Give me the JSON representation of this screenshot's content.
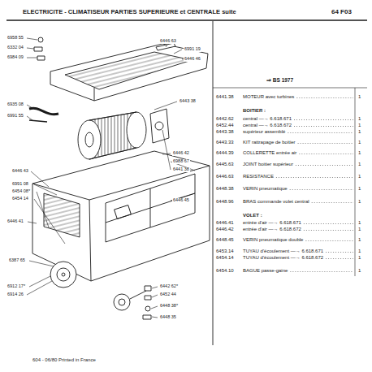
{
  "diagram": {
    "title": "ELECTRICITE - CLIMATISEUR PARTIES SUPERIEURE et CENTRALE suite",
    "labels": [
      "64 F03",
      "6958 55",
      "6332 04",
      "6984 09",
      "6446 63",
      "6991 19",
      "6446 46",
      "6935 08",
      "6991 55",
      "6443 38",
      "6446 42",
      "6988 67",
      "6441 38",
      "6446 45",
      "6446 43",
      "6991 08",
      "6454 08*",
      "6454 14",
      "6446 41",
      "6387 65",
      "6912 17*",
      "6914 26",
      "6442 62*",
      "6452 44",
      "6448 38*",
      "6448 35",
      "604 - 06/80   Printed in France",
      "⇒ BS 1977",
      "6441.38",
      "MOTEUR avec turbines",
      "1",
      "BOITIER :",
      "6442.62",
      "central —→ 6.618.671",
      "1",
      "6452.44",
      "central —→ 6.618.672",
      "1",
      "6443.38",
      "supérieur assemblé",
      "1",
      "6443.33",
      "KIT rattrapage de boitier",
      "1",
      "6444.39",
      "COLLERETTE entrée air",
      "1",
      "6445.63",
      "JOINT boitier supérieur",
      "1",
      "6446.63",
      "RESISTANCE",
      "1",
      "6448.38",
      "VERIN pneumatique",
      "1",
      "6448.96",
      "BRAS commande volet central",
      "1",
      "VOLET :",
      "6446.41",
      "entrée d'air —→ 6.618.671",
      "1",
      "6446.42",
      "entrée d'air —→ 6.618.672",
      "1",
      "6448.45",
      "VERIN pneumatique double",
      "1",
      "6453.14",
      "TUYAU d'écoulement —→ 6.618.671",
      "1",
      "6454.14",
      "TUYAU d'écoulement —→ 6.618.672",
      "1",
      "6454.10",
      "BAGUE passe-gaine",
      "1"
    ]
  }
}
